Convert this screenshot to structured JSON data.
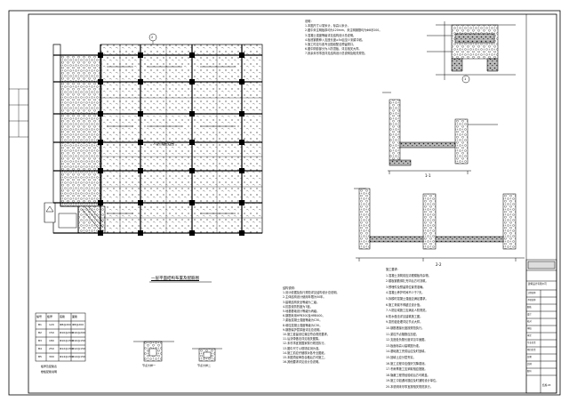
{
  "drawing": {
    "main_plan_title": "一层平面结构布置及配筋图",
    "hatch_label": "人防顶板范围",
    "sheet_number": "结施-03",
    "section_labels": [
      "1-1",
      "2-2"
    ],
    "callout_numbers": [
      "1",
      "2"
    ]
  },
  "notes_top": {
    "heading": "说明：",
    "lines": [
      "1.本图尺寸以毫米计，标高以米计。",
      "2.图中未注明板厚均为120mm，未注明钢筋均为Φ8@200。",
      "3.混凝土强度等级详见结构设计总说明。",
      "4.板底钢筋伸入支座长度≥5d且至少到梁中线。",
      "5.施工时应与各专业图纸配合预留洞口。",
      "6.图中阴影部分为人防顶板，详见相关大样。",
      "7.其余未尽事宜详见结构设计总说明及相关规范。"
    ]
  },
  "notes_bottom_left": {
    "heading": "结构说明：",
    "lines": [
      "1.设计依据及执行规范详见结构设计总说明。",
      "2.主体结构设计使用年限为50年。",
      "3.建筑结构安全等级为二级。",
      "4.抗震设防烈度为7度。",
      "5.地基基础设计等级为丙级。",
      "6.钢筋采用HPB300及HRB400。",
      "7.梁板混凝土强度等级为C30。",
      "8.墙柱混凝土强度等级为C30。",
      "9.钢筋保护层厚度详见总说明。",
      "10.施工缝留设位置应符合规范要求。",
      "11.后浇带做法详见相关图集。",
      "12.未尽事宜按国家现行规范执行。",
      "13.图中尺寸以现场实测为准。",
      "14.施工前应仔细核对各专业图纸。",
      "15.本图须经审查合格后方可施工。",
      "16.其他要求详见设计总说明。"
    ]
  },
  "notes_bottom_right": {
    "heading": "施工要求：",
    "lines": [
      "1.混凝土浇筑前应清理模板内杂物。",
      "2.楼板钢筋绑扎完毕后方可浇筑。",
      "3.预埋件及预留洞位置须准确。",
      "4.混凝土养护时间不少于7天。",
      "5.拆模时混凝土强度应满足要求。",
      "6.施工荷载不得超过设计值。",
      "7.人防区域施工应满足人防规范。",
      "8.防水做法详见建筑施工图。",
      "9.变形缝处理详见节点大样。",
      "10.钢筋搭接长度按规范执行。",
      "11.梁柱节点箍筋应加密。",
      "12.支座处负筋长度详见平面图。",
      "13.板面标高以建筑图为准。",
      "14.基础施工完成后应及时回填。",
      "15.回填土应分层夯实。",
      "16.施工过程中应做好沉降观测。",
      "17.冬雨季施工应采取相应措施。",
      "18.隐蔽工程须经验收后方可覆盖。",
      "19.施工中如遇问题应及时通知设计单位。",
      "20.本说明未尽事宜按相关规范执行。"
    ]
  },
  "legend_table": {
    "title": "板厚及配筋表",
    "rows": [
      [
        "编号",
        "板厚",
        "底筋",
        "面筋"
      ],
      [
        "B1",
        "120",
        "Φ8@200",
        "Φ8@200"
      ],
      [
        "B2",
        "150",
        "Φ10@200",
        "Φ10@200"
      ],
      [
        "B3",
        "180",
        "Φ10@150",
        "Φ10@150"
      ],
      [
        "B4",
        "250",
        "Φ12@150",
        "Φ12@150"
      ],
      [
        "B5",
        "300",
        "Φ14@150",
        "Φ14@150"
      ]
    ],
    "caption": "楼板配筋说明"
  },
  "detail_labels": [
    "节点大样一",
    "节点大样二"
  ],
  "title_block": {
    "company": "建筑设计有限公司",
    "fields": [
      "工程名称",
      "子项名称",
      "图名",
      "设计",
      "校对",
      "审核",
      "审定",
      "专业负责",
      "项目负责",
      "日期",
      "比例",
      "图号"
    ]
  }
}
